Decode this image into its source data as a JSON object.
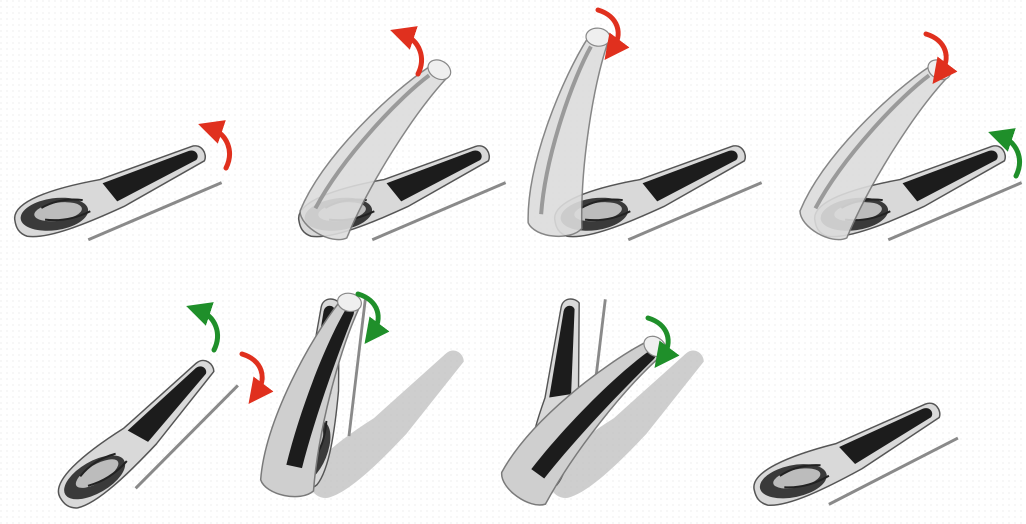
{
  "colors": {
    "background": "#ffffff",
    "arrow_red": "#e0301e",
    "arrow_green": "#1f8f2a",
    "bone_light": "#d9d9d9",
    "bone_mid": "#a8a8a8",
    "bone_dark": "#1c1c1c",
    "outline": "#555555"
  },
  "frames": [
    {
      "id": 1,
      "upper_visible": false,
      "upper_pose": "none",
      "lower_pose": "flat",
      "arrows": [
        {
          "color": "red",
          "icon": "curved-arrow-up-left-icon"
        }
      ]
    },
    {
      "id": 2,
      "upper_visible": true,
      "upper_pose": "raised",
      "lower_pose": "flat",
      "arrows": [
        {
          "color": "red",
          "icon": "curved-arrow-up-left-icon"
        }
      ]
    },
    {
      "id": 3,
      "upper_visible": true,
      "upper_pose": "vertical",
      "lower_pose": "flat",
      "arrows": [
        {
          "color": "red",
          "icon": "curved-arrow-down-right-icon"
        }
      ]
    },
    {
      "id": 4,
      "upper_visible": true,
      "upper_pose": "raised",
      "lower_pose": "flat",
      "arrows": [
        {
          "color": "red",
          "icon": "curved-arrow-down-right-icon"
        },
        {
          "color": "green",
          "icon": "curved-arrow-up-left-icon"
        }
      ]
    },
    {
      "id": 5,
      "upper_visible": false,
      "upper_pose": "none",
      "lower_pose": "tilted",
      "arrows": [
        {
          "color": "green",
          "icon": "curved-arrow-up-left-icon"
        },
        {
          "color": "red",
          "icon": "curved-arrow-down-right-icon"
        }
      ]
    },
    {
      "id": 6,
      "upper_visible": true,
      "upper_pose": "vertical-dark",
      "lower_pose": "ghost",
      "arrows": [
        {
          "color": "green",
          "icon": "curved-arrow-down-right-icon"
        }
      ]
    },
    {
      "id": 7,
      "upper_visible": true,
      "upper_pose": "raised-dark",
      "lower_pose": "ghost",
      "arrows": [
        {
          "color": "green",
          "icon": "curved-arrow-down-right-icon"
        }
      ]
    },
    {
      "id": 8,
      "upper_visible": false,
      "upper_pose": "none",
      "lower_pose": "flat",
      "arrows": []
    }
  ]
}
